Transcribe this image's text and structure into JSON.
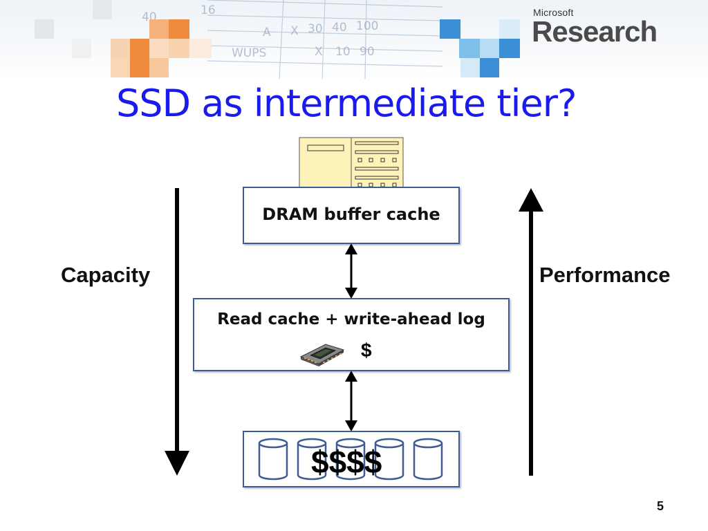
{
  "header": {
    "logo_line1": "Microsoft",
    "logo_line2": "Research"
  },
  "slide": {
    "title": "SSD as intermediate tier?",
    "page_number": "5"
  },
  "diagram": {
    "left_axis_label": "Capacity",
    "right_axis_label": "Performance",
    "tiers": [
      {
        "label": "DRAM buffer cache"
      },
      {
        "label": "Read cache + write-ahead log",
        "cost": "$"
      },
      {
        "cost": "$$$$"
      }
    ]
  }
}
